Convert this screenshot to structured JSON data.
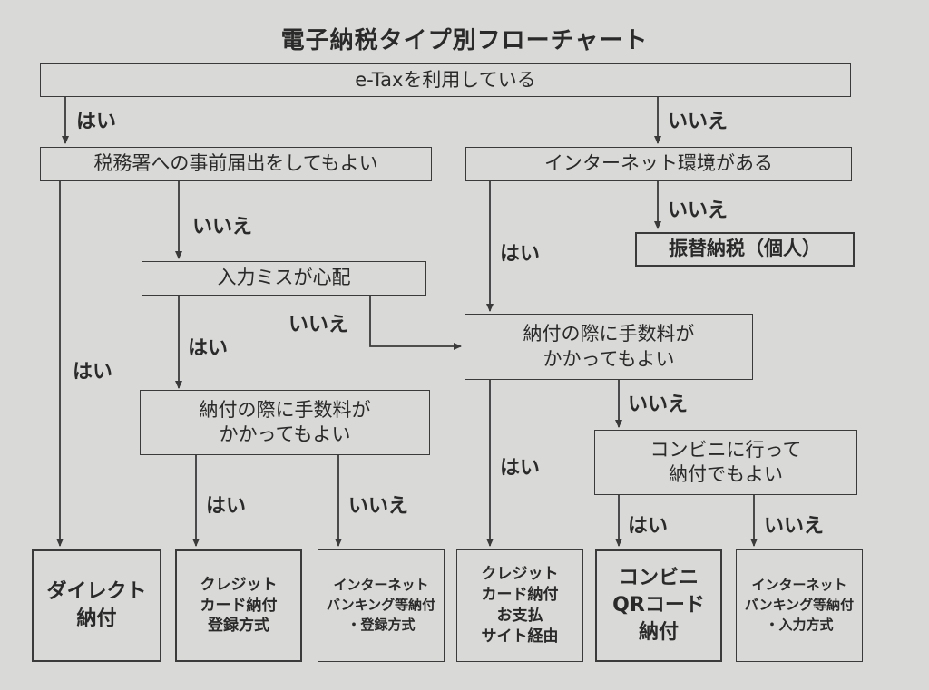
{
  "title": "電子納税タイプ別フローチャート",
  "nodes": {
    "etax": "e-Taxを利用している",
    "zeimusho": "税務署への事前届出をしてもよい",
    "internet": "インターネット環境がある",
    "furikae": "振替納税（個人）",
    "input_miss": "入力ミスが心配",
    "fee_right": "納付の際に手数料が\nかかってもよい",
    "fee_left": "納付の際に手数料が\nかかってもよい",
    "conveni_q": "コンビニに行って\n納付でもよい"
  },
  "results": [
    "ダイレクト\n納付",
    "クレジット\nカード納付\n登録方式",
    "インターネット\nバンキング等納付\n・登録方式",
    "クレジット\nカード納付\nお支払\nサイト経由",
    "コンビニ\nQRコード\n納付",
    "インターネット\nバンキング等納付\n・入力方式"
  ],
  "labels": {
    "yes": "はい",
    "no": "いいえ"
  }
}
